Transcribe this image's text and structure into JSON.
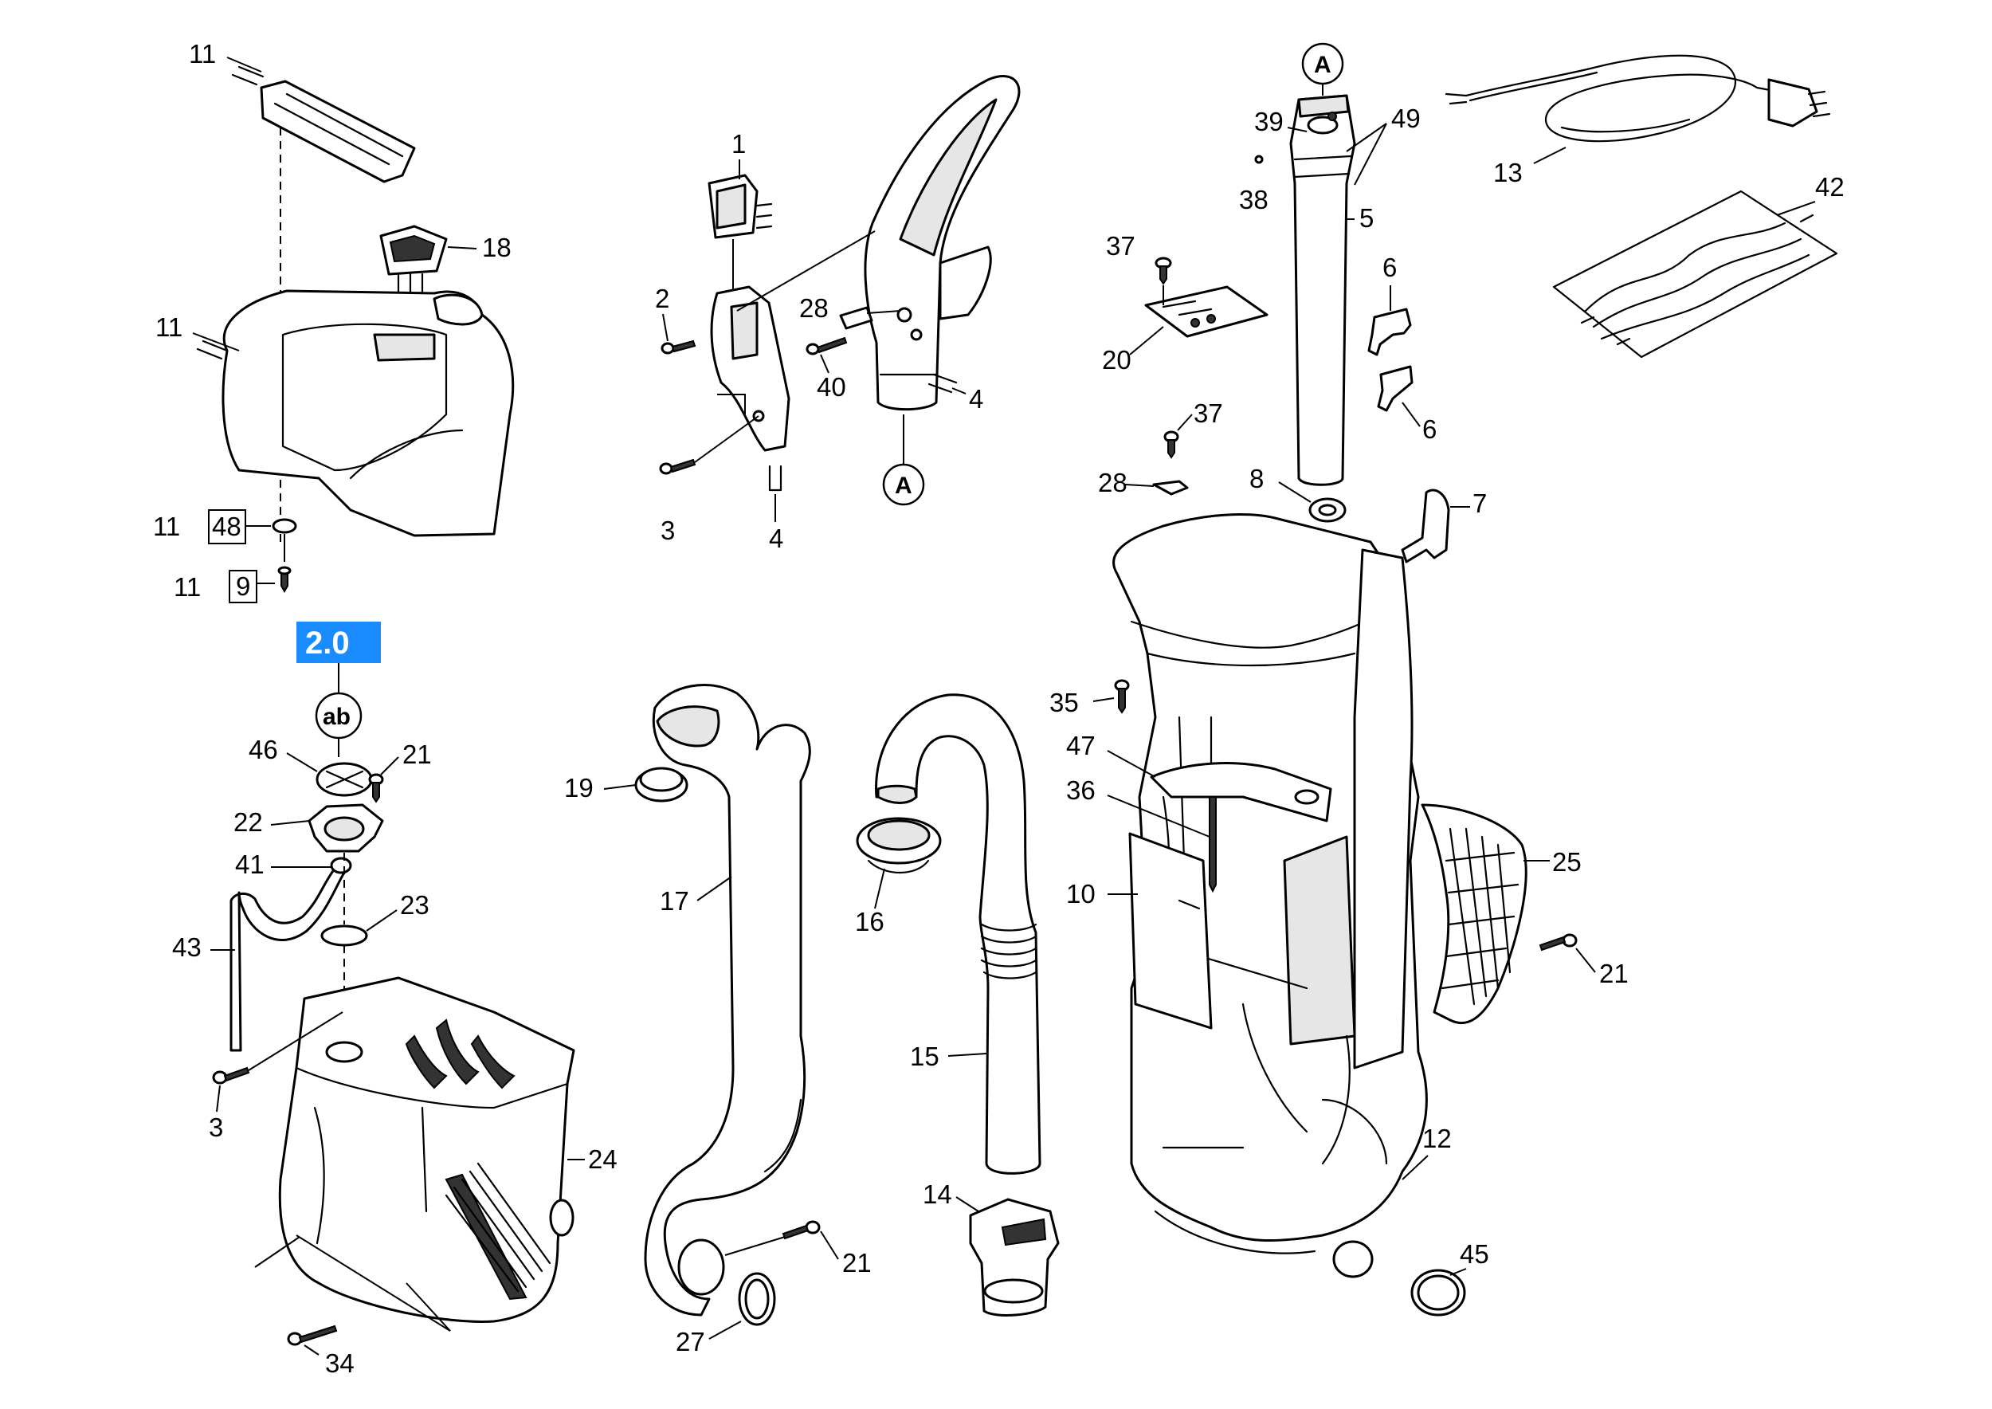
{
  "diagram": {
    "badge": "2.0",
    "marker_a": "A",
    "marker_ab": "ab",
    "callouts": {
      "c11a": "11",
      "c11b": "11",
      "c11c": "11",
      "c11d": "11",
      "c48": "48",
      "c9": "9",
      "c18": "18",
      "c1": "1",
      "c2": "2",
      "c3a": "3",
      "c4a": "4",
      "c4b": "4",
      "c28a": "28",
      "c40": "40",
      "c39": "39",
      "c38": "38",
      "c49": "49",
      "c5": "5",
      "c37a": "37",
      "c20": "20",
      "c6a": "6",
      "c6b": "6",
      "c37b": "37",
      "c28b": "28",
      "c8": "8",
      "c7": "7",
      "c13": "13",
      "c42": "42",
      "c46": "46",
      "c21a": "21",
      "c22": "22",
      "c41": "41",
      "c23": "23",
      "c43": "43",
      "c3b": "3",
      "c24": "24",
      "c34": "34",
      "c19": "19",
      "c17": "17",
      "c21b": "21",
      "c27": "27",
      "c16": "16",
      "c15": "15",
      "c14": "14",
      "c35": "35",
      "c47": "47",
      "c36": "36",
      "c10": "10",
      "c25": "25",
      "c21c": "21",
      "c12": "12",
      "c45": "45"
    }
  }
}
